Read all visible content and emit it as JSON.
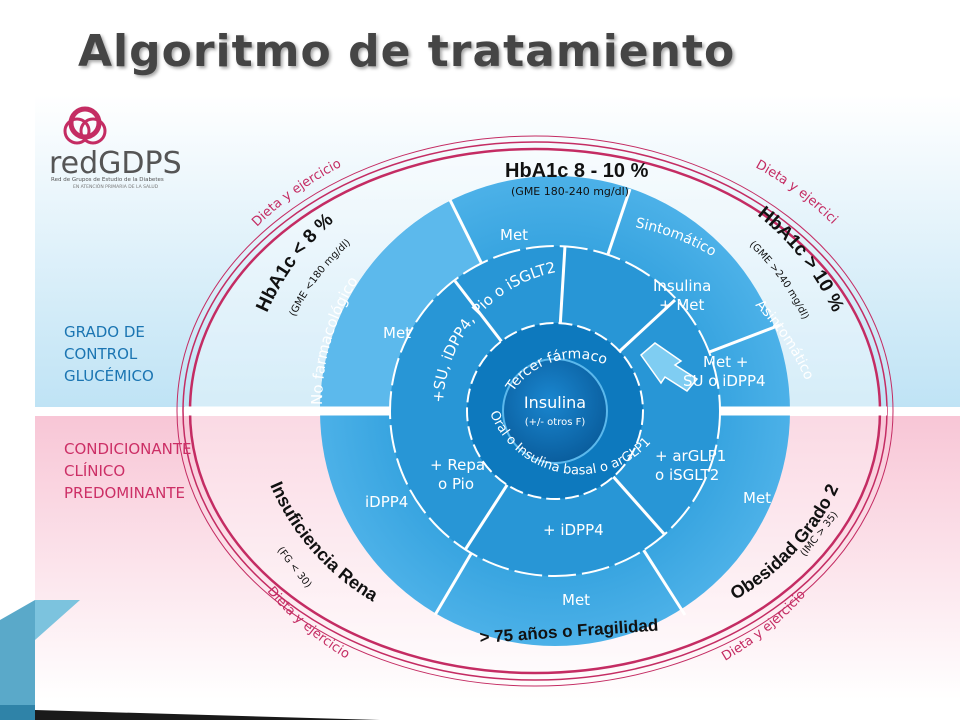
{
  "slide": {
    "title": "Algoritmo de tratamiento"
  },
  "logo": {
    "name": "redGDPS",
    "subtitle_line1": "Red de Grupos de Estudio de la Diabetes",
    "subtitle_line2": "EN ATENCIÓN PRIMARIA DE LA SALUD"
  },
  "side_labels": {
    "top": [
      "GRADO DE",
      "CONTROL",
      "GLUCÉMICO"
    ],
    "bottom": [
      "CONDICIONANTE",
      "CLÍNICO",
      "PREDOMINANTE"
    ]
  },
  "diet": {
    "label": "Dieta y ejercicio"
  },
  "hba1c": {
    "low": "HbA1c < 8 %",
    "low_sub": "(GME <180 mg/dl)",
    "mid": "HbA1c 8 - 10 %",
    "mid_sub": "(GME 180-240 mg/dl)",
    "high": "HbA1c > 10 %",
    "high_sub": "(GME >240 mg/dl)"
  },
  "outer_ring": {
    "no_farmacologico": "No farmacológico",
    "sintomatico": "Sintomático",
    "asintomatico": "Asintomático",
    "met_top": "Met",
    "met_left": "Met",
    "idpp4_left": "iDPP4",
    "met_bottom": "Met",
    "met_right": "Met"
  },
  "middle_ring": {
    "second_drug": "+SU, iDPP4, Pio o iSGLT2",
    "insulina_met_1": "Insulina",
    "insulina_met_2": "+ Met",
    "met_su_1": "Met +",
    "met_su_2": "SU o iDPP4",
    "repa_1": "+ Repa",
    "repa_2": "o Pio",
    "plus_idpp4": "+ iDPP4",
    "arglp1_1": "+ arGLP1",
    "arglp1_2": "o iSGLT2"
  },
  "inner_ring": {
    "tercer": "Tercer fármaco",
    "oral": "Oral o Insulina basal o arGLP1"
  },
  "center": {
    "title": "Insulina",
    "sub": "(+/- otros F)"
  },
  "conditions": {
    "renal": "Insuficiencia Renal",
    "renal_sub": "(FG < 30)",
    "obesidad": "Obesidad Grado 2",
    "obesidad_sub": "(IMC > 35)",
    "fragilidad": "> 75 años o Fragilidad"
  },
  "colors": {
    "title": "#454545",
    "outer_ring": "#c42c63",
    "side_top": "#1b75b2",
    "side_bottom": "#cc2f66",
    "disc_light": "#4aaee6",
    "disc_mid": "#2698d8",
    "disc_dark": "#0c78bd",
    "disc_core": "#0a5e9e"
  }
}
